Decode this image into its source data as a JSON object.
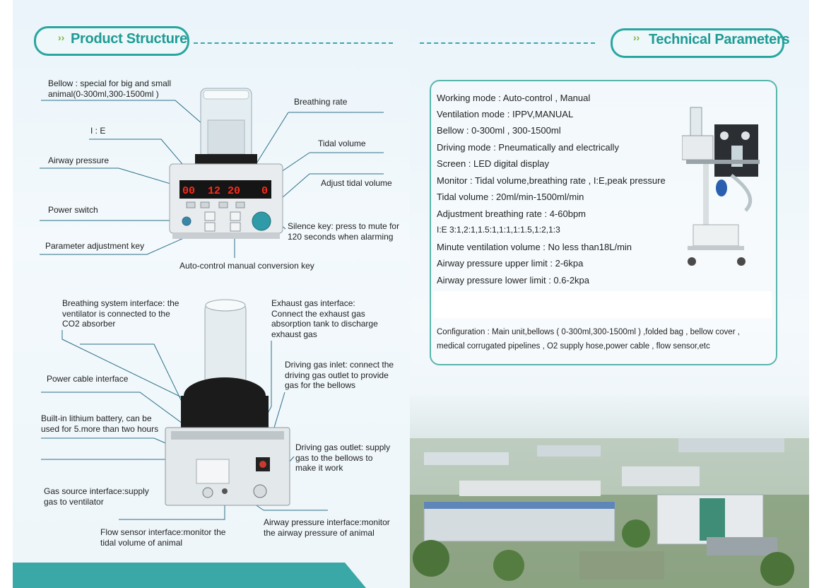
{
  "left": {
    "section_title": "Product Structure",
    "top_labels": {
      "bellow": "Bellow : special for big and small\nanimal(0-300ml,300-1500ml )",
      "ie": "I : E",
      "airway_pressure": "Airway pressure",
      "power_switch": "Power switch",
      "param_key": "Parameter adjustment key",
      "breathing_rate": "Breathing rate",
      "tidal_volume": "Tidal volume",
      "adjust_tidal": "Adjust tidal volume",
      "silence_key": "Silence key: press to mute for\n120 seconds when alarming",
      "auto_manual": "Auto-control manual conversion key"
    },
    "display_digits": [
      "00",
      "12",
      "20",
      "0"
    ],
    "bottom_labels": {
      "breathing_interface": "Breathing system interface: the\nventilator is connected to the\nCO2 absorber",
      "power_cable": "Power cable interface",
      "battery": "Built-in lithium battery, can be\nused for 5.more than two hours",
      "gas_source": "Gas source interface:supply\ngas to ventilator",
      "flow_sensor": "Flow sensor interface:monitor the\ntidal volume of animal",
      "exhaust": "Exhaust gas interface:\nConnect the exhaust gas\nabsorption tank to discharge\nexhaust gas",
      "driving_inlet": "Driving gas inlet: connect the\ndriving gas outlet to provide\ngas for the bellows",
      "driving_outlet": "Driving gas outlet: supply\ngas to the bellows to\nmake it work",
      "airway_interface": "Airway pressure interface:monitor\nthe airway pressure of animal"
    }
  },
  "right": {
    "section_title": "Technical Parameters",
    "params": [
      "Working mode : Auto-control , Manual",
      "Ventilation mode : IPPV,MANUAL",
      "Bellow : 0-300ml , 300-1500ml",
      "Driving mode : Pneumatically and electrically",
      "Screen : LED digital display",
      "Monitor : Tidal volume,breathing rate , I:E,peak pressure",
      "Tidal volume : 20ml/min-1500ml/min",
      "Adjustment breathing rate : 4-60bpm",
      "I:E 3:1,2:1,1.5:1,1:1,1:1.5,1:2,1:3",
      "Minute ventilation volume : No less than18L/min",
      "Airway pressure upper limit : 2-6kpa",
      "Airway pressure lower limit : 0.6-2kpa"
    ],
    "configuration": "Configuration : Main unit,bellows ( 0-300ml,300-1500ml ) ,folded bag , bellow cover ,\nmedical corrugated pipelines , O2 supply hose,power cable , flow sensor,etc"
  },
  "colors": {
    "accent": "#2aa6a0",
    "arrow": "#7ab43c",
    "led": "#ff2a1a"
  }
}
